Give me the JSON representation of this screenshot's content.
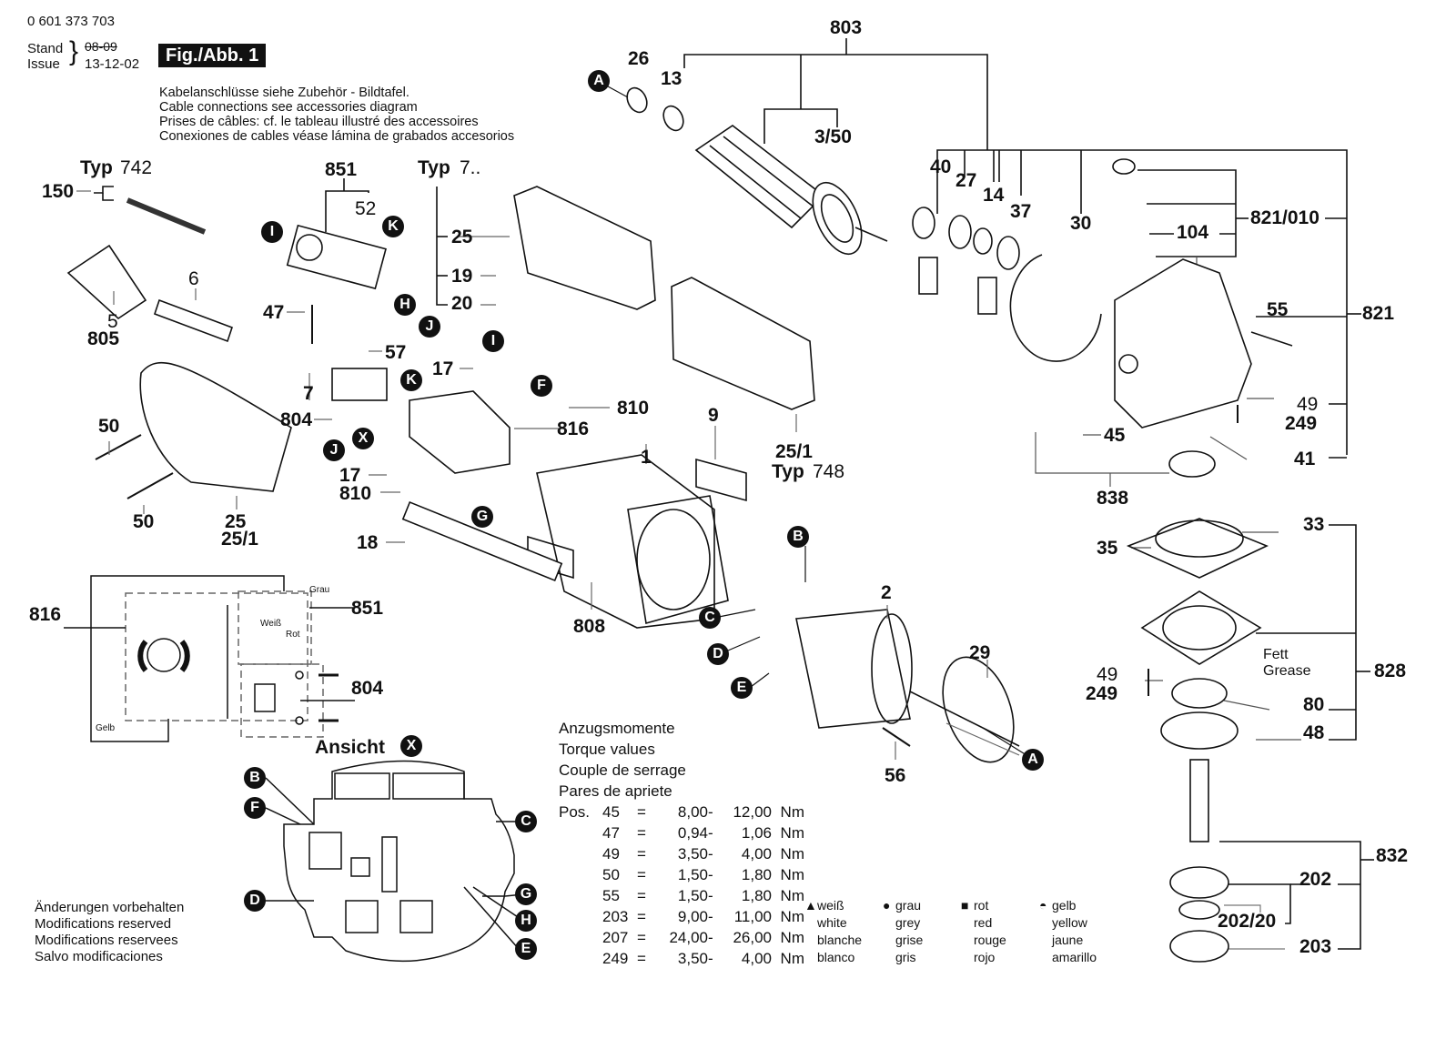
{
  "header": {
    "part_number": "0 601 373 703",
    "stand_label": "Stand",
    "issue_label": "Issue",
    "old_date": "08-09",
    "issue_date": "13-12-02",
    "figure": "Fig./Abb. 1"
  },
  "cable_note": [
    "Kabelanschlüsse siehe Zubehör - Bildtafel.",
    "Cable connections see accessories diagram",
    "Prises de câbles: cf. le tableau illustré des accessoires",
    "Conexiones de cables véase lámina de grabados accesorios"
  ],
  "type_labels": {
    "typ742": {
      "word": "Typ",
      "num": "742"
    },
    "typ7": {
      "word": "Typ",
      "num": "7.."
    },
    "typ748": {
      "word": "Typ",
      "num": "748"
    }
  },
  "part_labels": {
    "p803": "803",
    "p26": "26",
    "p13": "13",
    "p3_50": "3/50",
    "p40": "40",
    "p27": "27",
    "p14": "14",
    "p37": "37",
    "p30": "30",
    "p821_010": "821/010",
    "p104": "104",
    "p821": "821",
    "p55": "55",
    "p49a": "49",
    "p249a": "249",
    "p45": "45",
    "p41": "41",
    "p838": "838",
    "p33": "33",
    "p35": "35",
    "p828": "828",
    "p49b": "49",
    "p249b": "249",
    "p80": "80",
    "p48": "48",
    "p832": "832",
    "p202": "202",
    "p202_20": "202/20",
    "p203": "203",
    "fett": "Fett",
    "grease": "Grease",
    "p150": "150",
    "p6": "6",
    "p5": "5",
    "p805": "805",
    "p851": "851",
    "p52": "52",
    "p47": "47",
    "p57": "57",
    "p7": "7",
    "p804": "804",
    "p50a": "50",
    "p50b": "50",
    "p25": "25",
    "p25_1a": "25/1",
    "p25b": "25",
    "p19": "19",
    "p20": "20",
    "p17a": "17",
    "p810a": "810",
    "p816": "816",
    "p17b": "17",
    "p810b": "810",
    "p18": "18",
    "p9": "9",
    "p1": "1",
    "p25_1b": "25/1",
    "p808": "808",
    "p2": "2",
    "p29": "29",
    "p56": "56",
    "w816": "816",
    "w851": "851",
    "w804": "804"
  },
  "wiring": {
    "grau": "Grau",
    "weiss": "Weiß",
    "rot": "Rot",
    "gelb": "Gelb"
  },
  "callouts": {
    "A": "A",
    "B": "B",
    "C": "C",
    "D": "D",
    "E": "E",
    "F": "F",
    "G": "G",
    "H": "H",
    "I": "I",
    "J": "J",
    "K": "K",
    "X": "X"
  },
  "ansicht": {
    "title": "Ansicht"
  },
  "torque": {
    "title": [
      "Anzugsmomente",
      "Torque values",
      "Couple de serrage",
      "Pares de apriete"
    ],
    "pos_label": "Pos.",
    "rows": [
      {
        "pos": "45",
        "min": "8,00",
        "max": "12,00",
        "unit": "Nm"
      },
      {
        "pos": "47",
        "min": "0,94",
        "max": "1,06",
        "unit": "Nm"
      },
      {
        "pos": "49",
        "min": "3,50",
        "max": "4,00",
        "unit": "Nm"
      },
      {
        "pos": "50",
        "min": "1,50",
        "max": "1,80",
        "unit": "Nm"
      },
      {
        "pos": "55",
        "min": "1,50",
        "max": "1,80",
        "unit": "Nm"
      },
      {
        "pos": "203",
        "min": "9,00",
        "max": "11,00",
        "unit": "Nm"
      },
      {
        "pos": "207",
        "min": "24,00",
        "max": "26,00",
        "unit": "Nm"
      },
      {
        "pos": "249",
        "min": "3,50",
        "max": "4,00",
        "unit": "Nm"
      }
    ]
  },
  "color_legend": [
    {
      "symbol": "▲",
      "icon": "triangle-icon",
      "de": "weiß",
      "en": "white",
      "fr": "blanche",
      "es": "blanco"
    },
    {
      "symbol": "●",
      "icon": "circle-icon",
      "de": "grau",
      "en": "grey",
      "fr": "grise",
      "es": "gris"
    },
    {
      "symbol": "■",
      "icon": "square-icon",
      "de": "rot",
      "en": "red",
      "fr": "rouge",
      "es": "rojo"
    },
    {
      "symbol": "◓",
      "icon": "half-circle-icon",
      "de": "gelb",
      "en": "yellow",
      "fr": "jaune",
      "es": "amarillo"
    }
  ],
  "modifications": [
    "Änderungen vorbehalten",
    "Modifications reserved",
    "Modifications reservees",
    "Salvo modificaciones"
  ]
}
